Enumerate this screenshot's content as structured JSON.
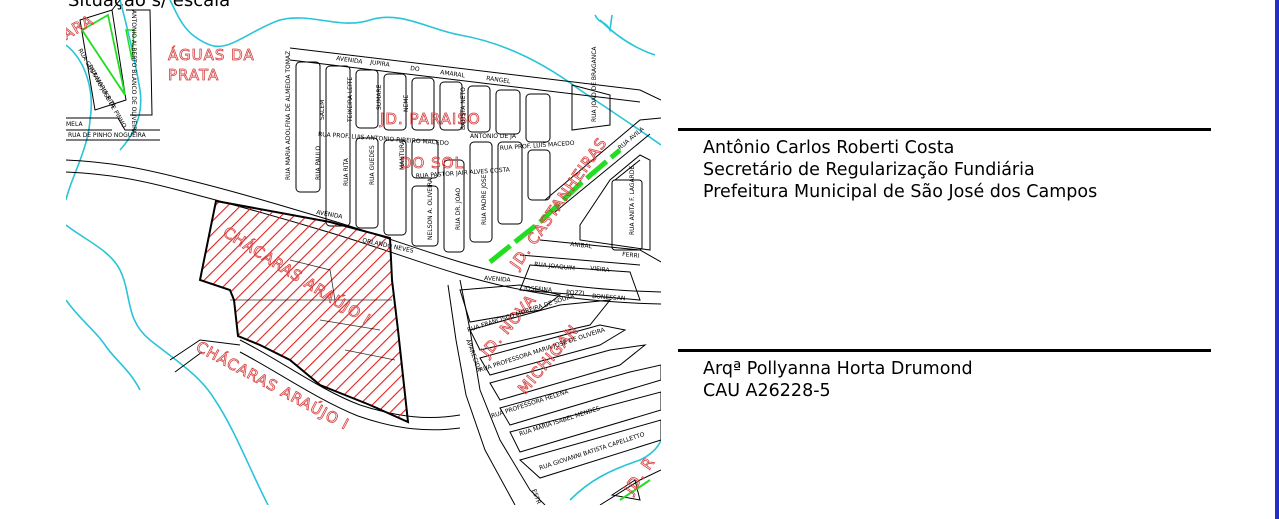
{
  "header": {
    "title": "Situação s/ escala"
  },
  "map": {
    "neighborhood_labels": [
      "ÁGUAS DA",
      "PRATA",
      "JD. PARAISO",
      "DO SOL",
      "JD. CASTANHEIRAS",
      "JD. NOVA",
      "MICHIGAN",
      "CHÁCARAS ARAÚJO I",
      "CHÁCARAS ARAÚJO I",
      "JD. R"
    ],
    "street_labels": [
      "AVENIDA",
      "JUPIRA",
      "DO",
      "AMARAL",
      "RANGEL",
      "RUA MARIA ADOLFINA DE ALMEIDA TOMAZ",
      "SALEM",
      "TEIXEIRA LEITE",
      "SUMARE",
      "NEME",
      "BATISTA NETO",
      "RUA PROF. LUIS ANTONIO RIBEIRO MACEDO",
      "RUA PAULO",
      "RUA RITA",
      "RUA GUEDES",
      "MANTURA",
      "RUA PASTOR JAIR ALVES COSTA",
      "NELSON A. OLIVEIRA",
      "RUA DR. JOAO",
      "RUA PADRE JOSE",
      "ANTONIO DE JA",
      "RUA PROF. LUIS MACEDO",
      "AVENIDA",
      "ORLANDO NEVES",
      "RUA JOAQUIM",
      "VIEIRA",
      "ANIBAL",
      "FERRI",
      "AVENIDA",
      "JOSEFINA",
      "POZZI",
      "BONESSAN",
      "RUA FRANCISCO MOREIRA DE SOUZA",
      "RUA PROFESSORA MARIA JOSE DE OLIVEIRA",
      "RUA PROFESSORA HELENA",
      "RUA MARIA ISABEL MENDES",
      "RUA GIOVANNI BATISTA CAPELLETTO",
      "RUA ANITA F. LAGARDE",
      "RUA AVILA",
      "RUA JOAO DE BRAGANCA",
      "ESTR",
      "ANTONIO ALBERTO BLANCO DE OLIVEIRA",
      "RUA GUSTAVO JOSE DE PINHO",
      "RUA MARIA RITA",
      "RUA DE PINHO NOGUEIRA",
      "MELA",
      "APARECIDA"
    ]
  },
  "signatures": [
    {
      "lines": [
        "Antônio Carlos Roberti Costa",
        "Secretário de Regularização Fundiária",
        "Prefeitura Municipal de São José dos Campos"
      ]
    },
    {
      "lines": [
        "Arqª Pollyanna Horta Drumond",
        "CAU A26228-5"
      ]
    }
  ],
  "colors": {
    "water": "#29c4d8",
    "boundary": "#000000",
    "hatch": "#e02020",
    "green_area": "#22dd22",
    "neighborhood_label": "#d84040",
    "frame": "#2030c8"
  }
}
